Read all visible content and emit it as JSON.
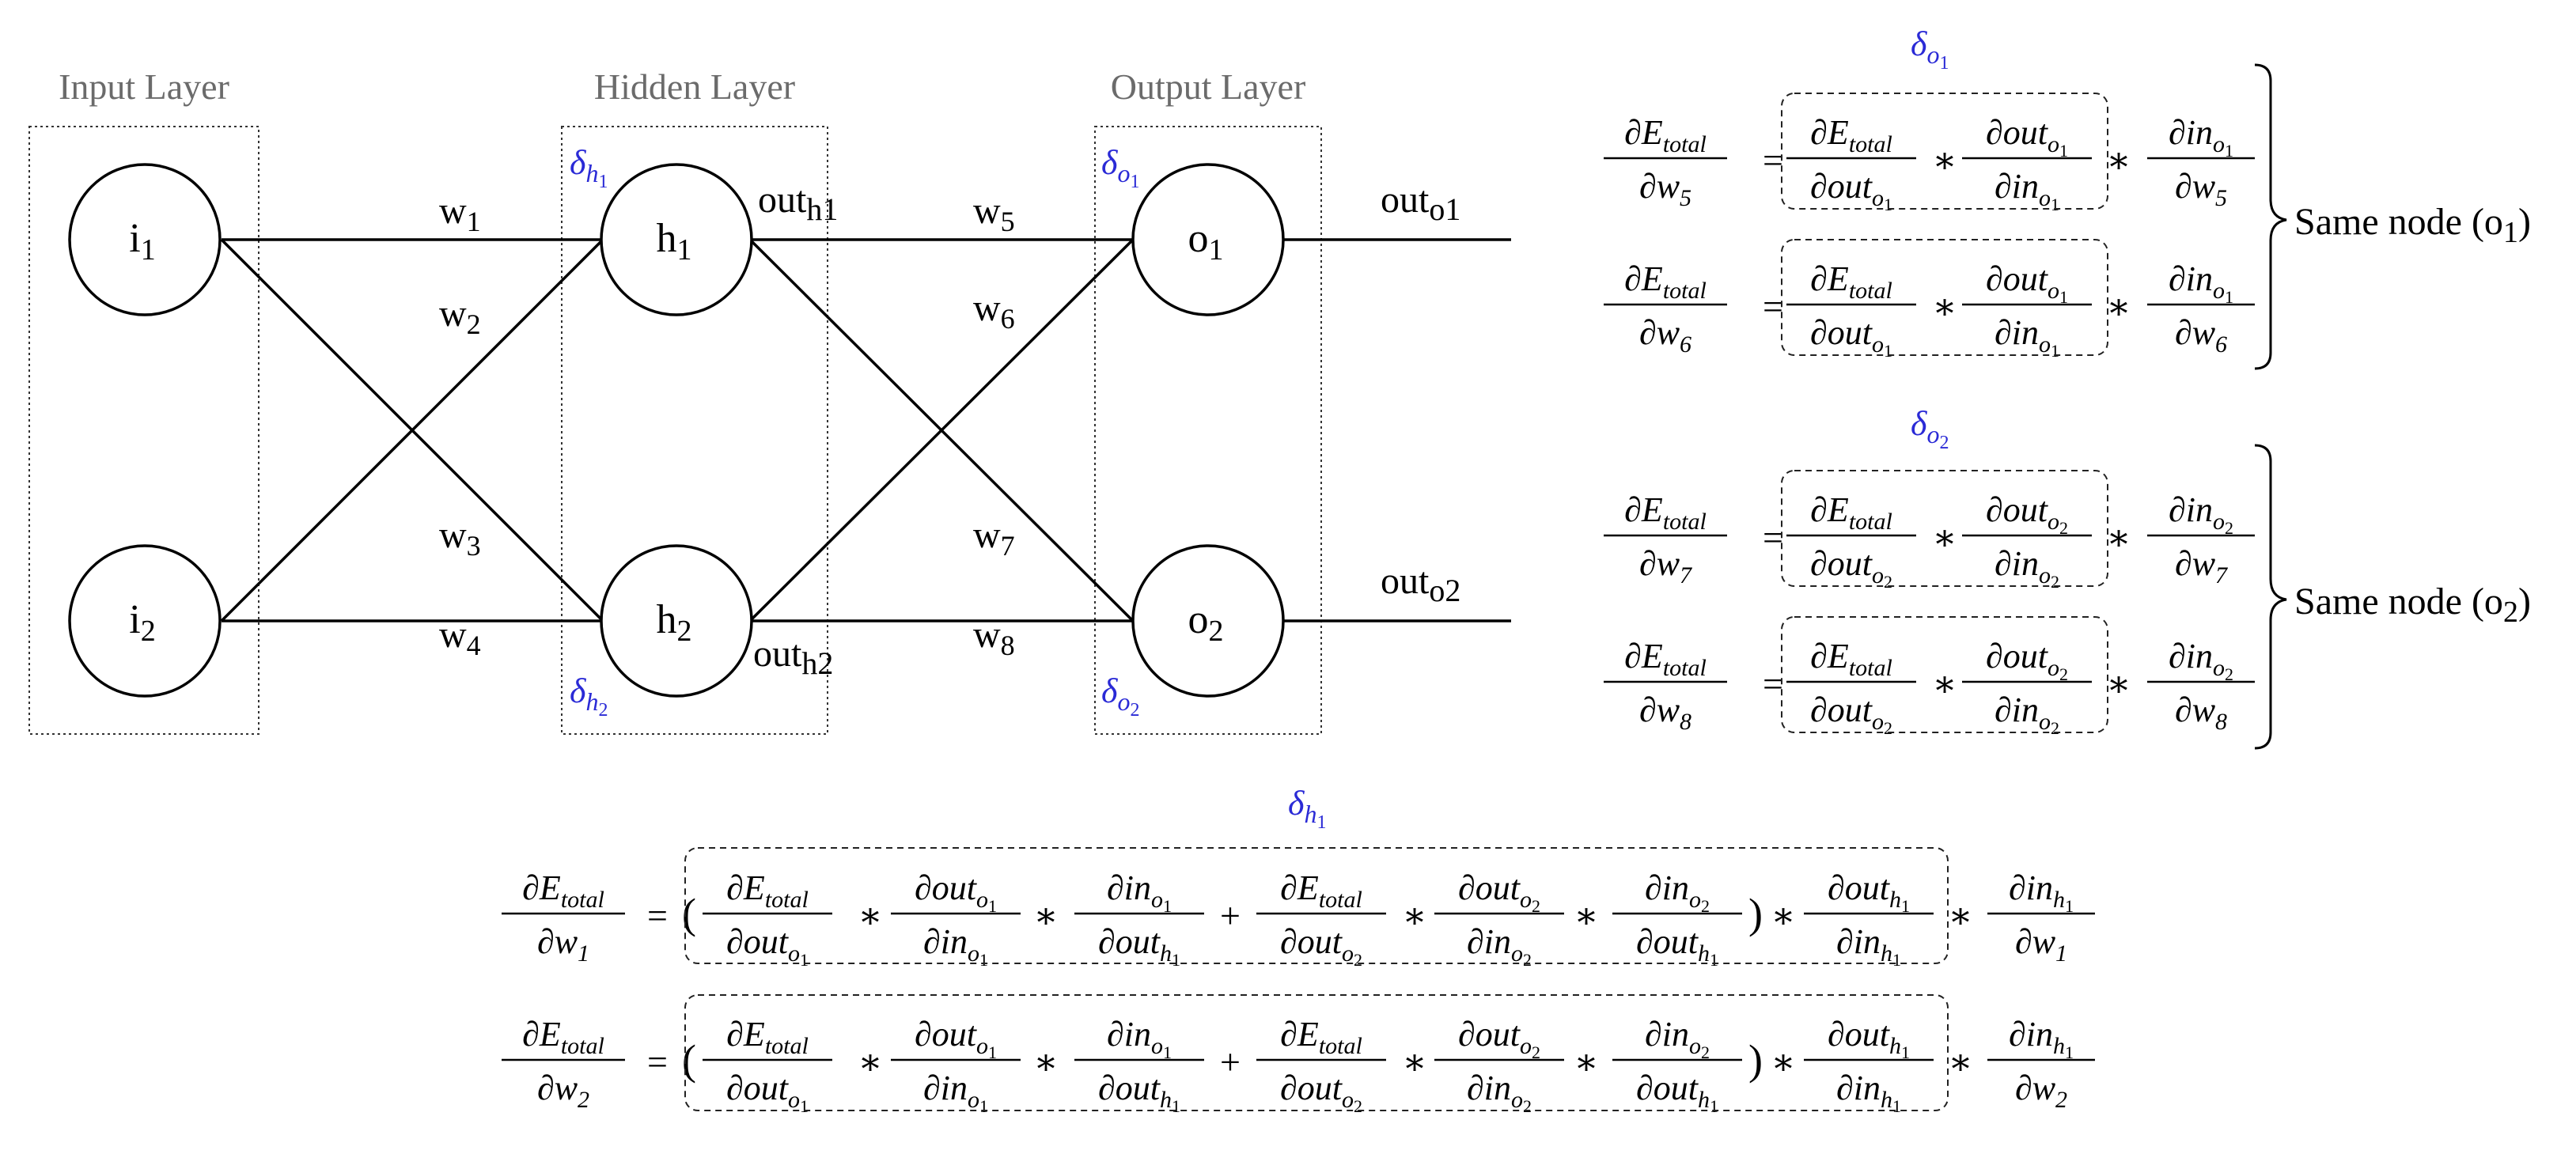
{
  "colors": {
    "delta": "#2a2ad6",
    "layer_label": "#6b6b6b",
    "ink": "#000000"
  },
  "network": {
    "layers": {
      "input": "Input Layer",
      "hidden": "Hidden Layer",
      "output": "Output Layer"
    },
    "nodes": {
      "i1": {
        "base": "i",
        "sub": "1"
      },
      "i2": {
        "base": "i",
        "sub": "2"
      },
      "h1": {
        "base": "h",
        "sub": "1"
      },
      "h2": {
        "base": "h",
        "sub": "2"
      },
      "o1": {
        "base": "o",
        "sub": "1"
      },
      "o2": {
        "base": "o",
        "sub": "2"
      }
    },
    "weights": {
      "w1": {
        "base": "w",
        "sub": "1"
      },
      "w2": {
        "base": "w",
        "sub": "2"
      },
      "w3": {
        "base": "w",
        "sub": "3"
      },
      "w4": {
        "base": "w",
        "sub": "4"
      },
      "w5": {
        "base": "w",
        "sub": "5"
      },
      "w6": {
        "base": "w",
        "sub": "6"
      },
      "w7": {
        "base": "w",
        "sub": "7"
      },
      "w8": {
        "base": "w",
        "sub": "8"
      }
    },
    "outputs": {
      "h1": {
        "base": "out",
        "sub": "h1"
      },
      "h2": {
        "base": "out",
        "sub": "h2"
      },
      "o1": {
        "base": "out",
        "sub": "o1"
      },
      "o2": {
        "base": "out",
        "sub": "o2"
      }
    },
    "deltas": {
      "h1": {
        "base": "δ",
        "sub": "h",
        "subsub": "1"
      },
      "h2": {
        "base": "δ",
        "sub": "h",
        "subsub": "2"
      },
      "o1": {
        "base": "δ",
        "sub": "o",
        "subsub": "1"
      },
      "o2": {
        "base": "δ",
        "sub": "o",
        "subsub": "2"
      }
    }
  },
  "brace_labels": {
    "o1": {
      "text": "Same node (o",
      "sub": "1",
      "close": ")"
    },
    "o2": {
      "text": "Same node (o",
      "sub": "2",
      "close": ")"
    }
  },
  "symbols": {
    "equals": "=",
    "times": "∗",
    "plus": "+",
    "lparen": "(",
    "rparen": ")"
  }
}
